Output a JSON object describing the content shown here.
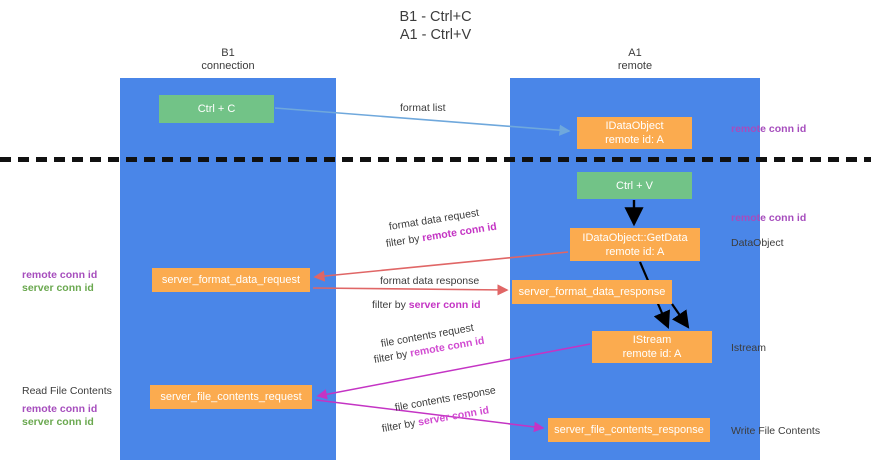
{
  "title": {
    "line1": "B1 - Ctrl+C",
    "line2": "A1 - Ctrl+V"
  },
  "lanes": [
    {
      "id": "b1",
      "name": "B1",
      "role": "connection",
      "color": "#4a86e8"
    },
    {
      "id": "a1",
      "name": "A1",
      "role": "remote",
      "color": "#4a86e8"
    }
  ],
  "colors": {
    "lane": "#4a86e8",
    "green_box": "#72c387",
    "orange_box": "#fbab4f",
    "remote_conn_id": "#a64dbd",
    "server_conn_id": "#6aa84f",
    "arrow_blue": "#6fa8dc",
    "arrow_red": "#e06666",
    "arrow_black": "#000000",
    "arrow_magenta": "#c434c4",
    "text": "#3c3c3c"
  },
  "boxes": {
    "ctrl_c": "Ctrl + C",
    "ctrl_v": "Ctrl + V",
    "idataobject_line1": "IDataObject",
    "idataobject_line2": "remote id: A",
    "getdata_line1": "IDataObject::GetData",
    "getdata_line2": "remote id: A",
    "server_format_data_request": "server_format_data_request",
    "server_format_data_response": "server_format_data_response",
    "istream_line1": "IStream",
    "istream_line2": "remote id: A",
    "server_file_contents_request": "server_file_contents_request",
    "server_file_contents_response": "server_file_contents_response"
  },
  "edge_labels": {
    "format_list": "format list",
    "format_data_request": "format data request",
    "format_data_request_filter_prefix": "filter by ",
    "format_data_request_filter_key": "remote conn id",
    "format_data_response": "format data response",
    "format_data_response_filter_prefix": "filter by ",
    "format_data_response_filter_key": "server conn id",
    "file_contents_request": "file contents request",
    "file_contents_request_filter_prefix": "filter by ",
    "file_contents_request_filter_key": "remote conn id",
    "file_contents_response": "file contents response",
    "file_contents_response_filter_prefix": "filter by ",
    "file_contents_response_filter_key": "server conn id"
  },
  "annotations": {
    "right_remote_conn_id_top": "remote conn id",
    "right_remote_conn_id_mid": "remote conn id",
    "right_dataobject": "DataObject",
    "right_istream": "Istream",
    "right_write_file_contents": "Write File Contents",
    "left_remote_conn_id_mid": "remote conn id",
    "left_server_conn_id_mid": "server conn id",
    "left_read_file_contents": "Read File Contents",
    "left_remote_conn_id_bottom": "remote conn id",
    "left_server_conn_id_bottom": "server conn id"
  }
}
